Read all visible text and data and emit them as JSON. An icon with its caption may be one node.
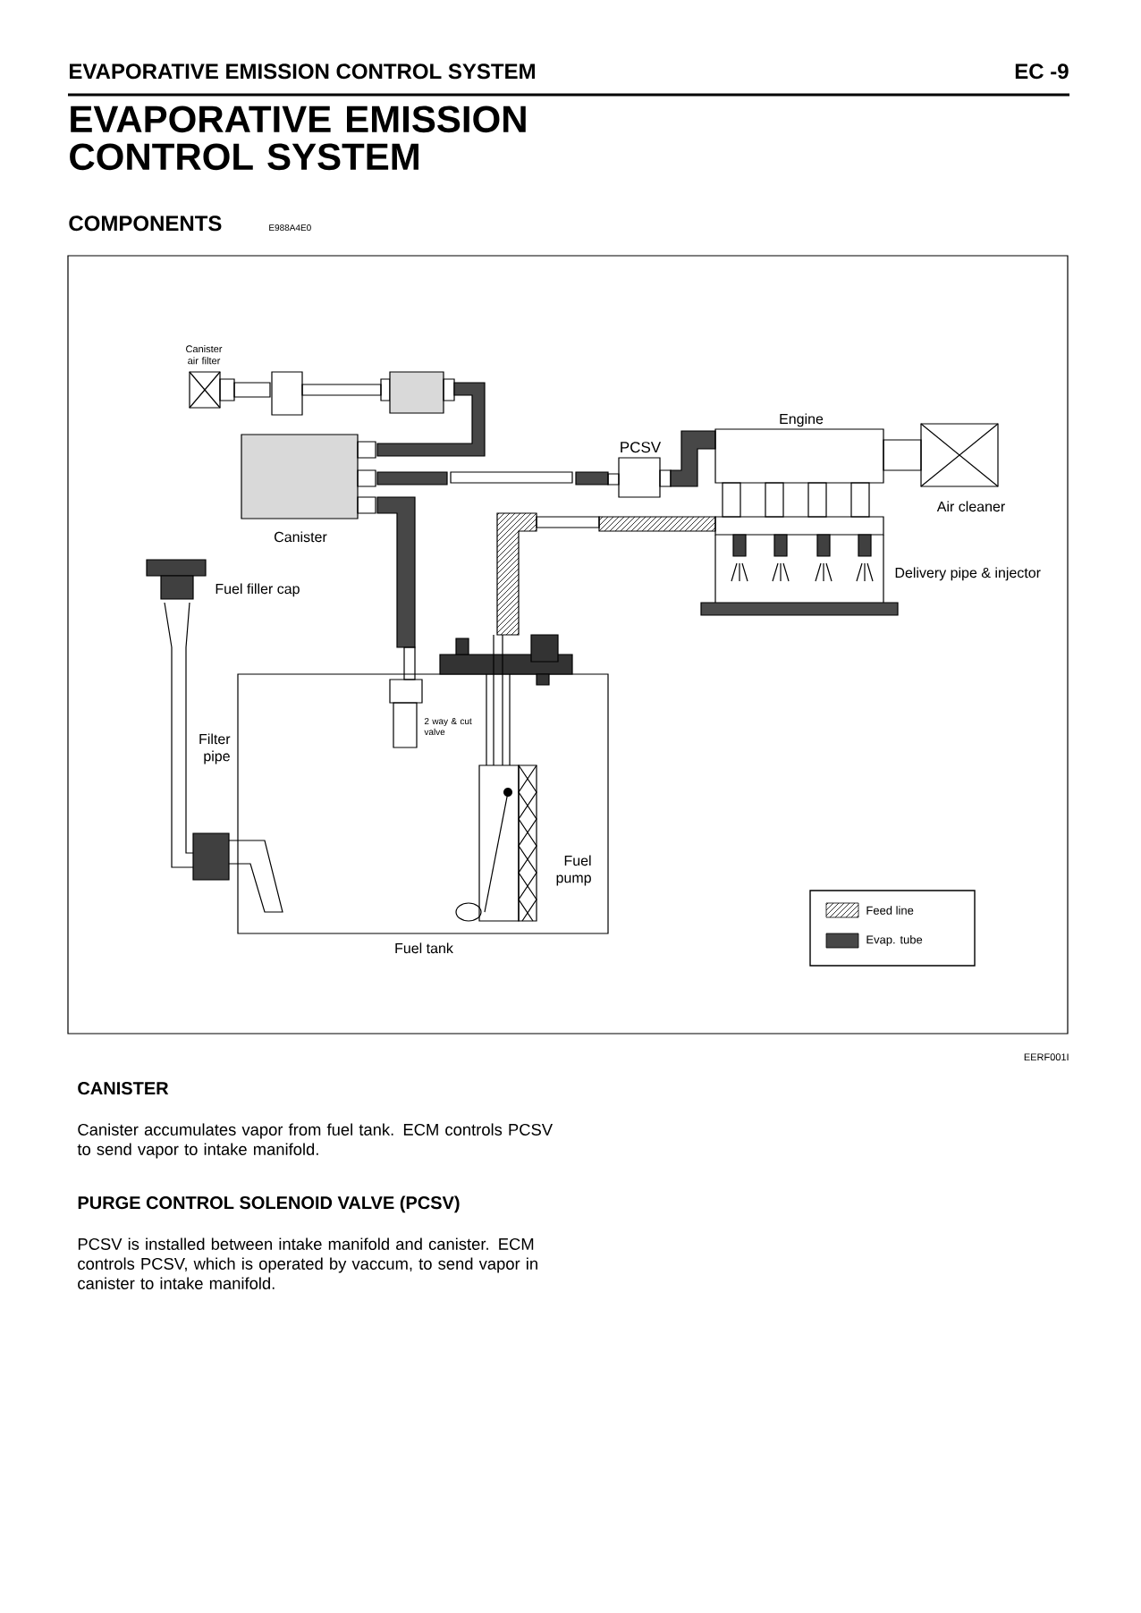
{
  "diagram": {
    "title": "EVAPORATIVE EMISSION CONTROL SYSTEM",
    "labels": [
      "EVAPORATIVE EMISSION CONTROL SYSTEM",
      "EC -9",
      "COMPONENTS",
      "E988A4E0",
      "Canister air filter",
      "Engine",
      "PCSV",
      "Canister",
      "Air cleaner",
      "Fuel filler cap",
      "Delivery pipe & injector",
      "2 way & cut valve",
      "Filter pipe",
      "Fuel pump",
      "Fuel tank",
      "EERF001I",
      "CANISTER",
      "Canister accumulates vapor from fuel tank. ECM controls PCSV to send vapor to intake manifold.",
      "PURGE CONTROL SOLENOID VALVE (PCSV)",
      "PCSV is installed between intake manifold and canister. ECM controls PCSV, which is operated by vaccum, to send vapor in canister to intake manifold."
    ],
    "legend": [
      {
        "text": "Feed line"
      },
      {
        "text": "Evap. tube"
      }
    ]
  }
}
